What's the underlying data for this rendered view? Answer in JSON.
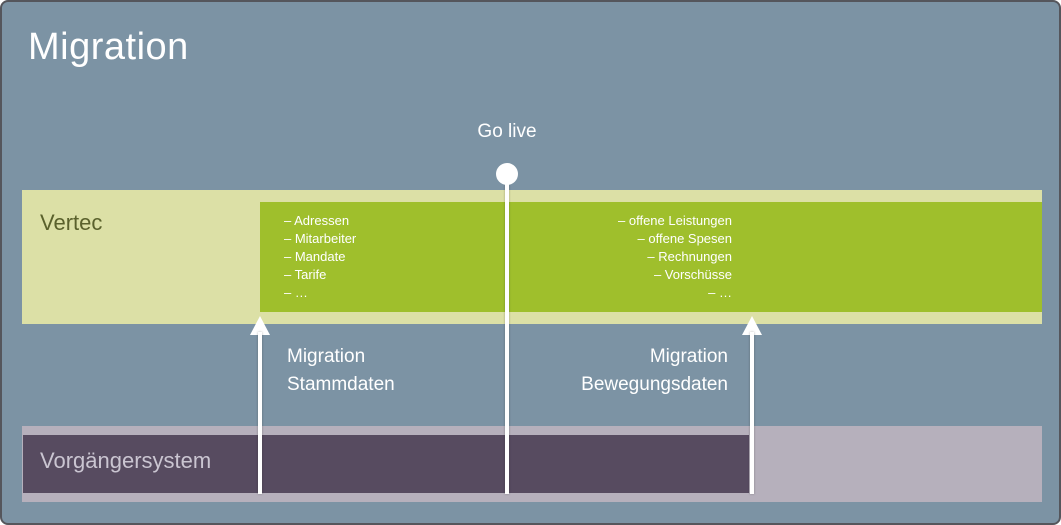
{
  "slide": {
    "title": "Migration"
  },
  "colors": {
    "background": "#7c93a4",
    "border": "#55565c",
    "vertec_band": "#dce0a6",
    "migrated_data_box": "#9fbf2c",
    "legacy_band_outer": "#b6b0bc",
    "legacy_box": "#574b60",
    "marker_and_arrows": "#ffffff",
    "vertec_label_text": "#5a612c",
    "legacy_label_text": "#cac5d1"
  },
  "timeline": {
    "go_live_label": "Go live"
  },
  "vertec_band": {
    "label": "Vertec",
    "master_data_items": [
      "– Adressen",
      "– Mitarbeiter",
      "– Mandate",
      "– Tarife",
      "– …"
    ],
    "transaction_data_items": [
      "– offene Leistungen",
      "– offene Spesen",
      "– Rechnungen",
      "– Vorschüsse",
      "– …"
    ]
  },
  "migration_arrows": {
    "stammdaten": {
      "line1": "Migration",
      "line2": "Stammdaten"
    },
    "bewegungsdaten": {
      "line1": "Migration",
      "line2": "Bewegungsdaten"
    }
  },
  "legacy_band": {
    "label": "Vorgängersystem"
  }
}
